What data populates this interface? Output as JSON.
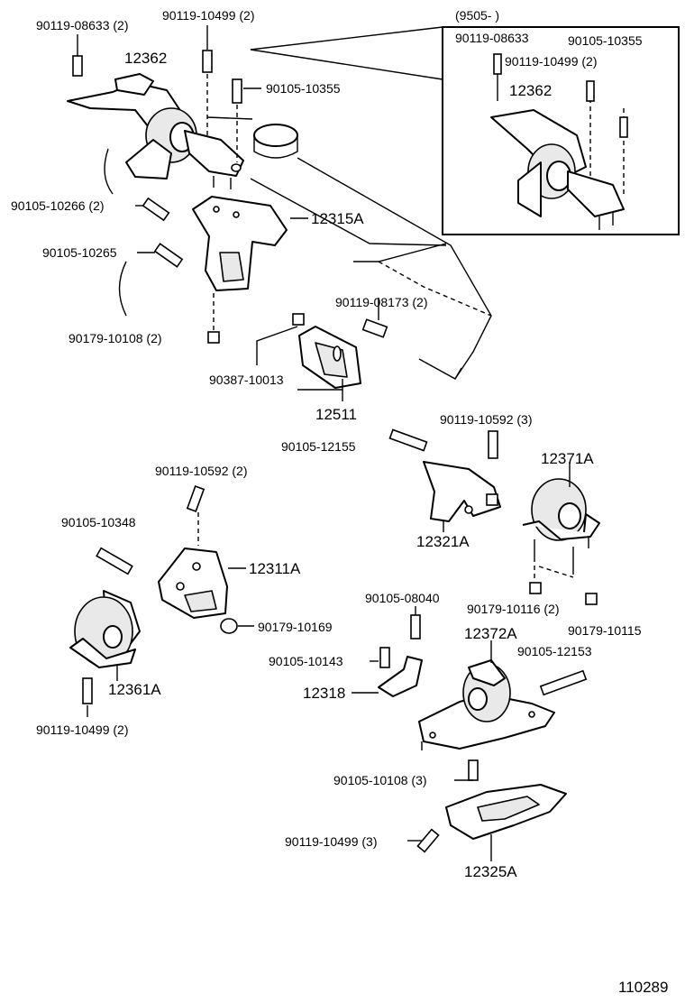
{
  "inset": {
    "title": "(9505-          )",
    "labels": [
      "90119-08633",
      "90105-10355",
      "90119-10499 (2)",
      "12362"
    ]
  },
  "labels": {
    "l1": "90119-08633 (2)",
    "l2": "90119-10499 (2)",
    "l3": "12362",
    "l4": "90105-10355",
    "l5": "90105-10266 (2)",
    "l6": "12315A",
    "l7": "90105-10265",
    "l8": "90119-08173 (2)",
    "l9": "90179-10108 (2)",
    "l10": "90387-10013",
    "l11": "12511",
    "l12": "90119-10592 (3)",
    "l13": "90105-12155",
    "l14": "12371A",
    "l15": "90119-10592 (2)",
    "l16": "12321A",
    "l17": "90105-10348",
    "l18": "12311A",
    "l19": "90179-10169",
    "l20": "90105-08040",
    "l21": "90179-10116 (2)",
    "l22": "90179-10115",
    "l23": "12372A",
    "l24": "90105-10143",
    "l25": "90105-12153",
    "l26": "12318",
    "l27": "12361A",
    "l28": "90119-10499 (2)",
    "l29": "90105-10108 (3)",
    "l30": "90119-10499 (3)",
    "l31": "12325A"
  },
  "drawing_number": "110289"
}
